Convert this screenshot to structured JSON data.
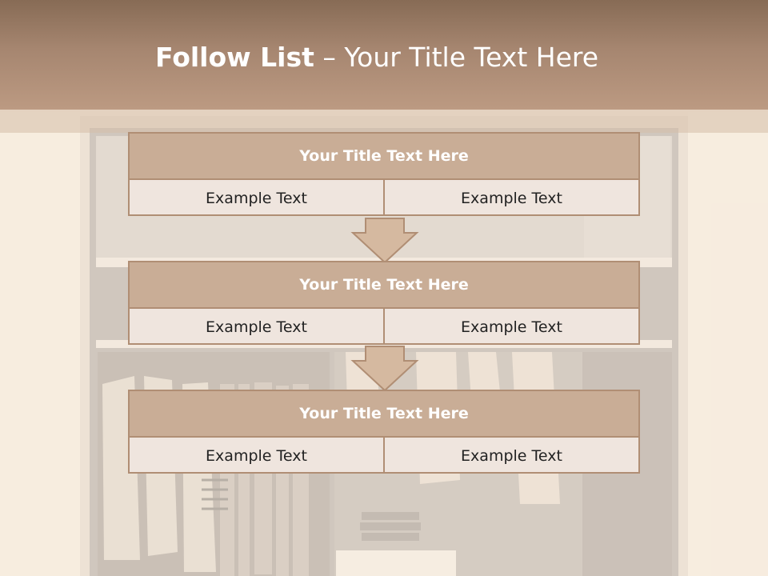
{
  "slide": {
    "title_bold": "Follow List",
    "title_rest": " – Your Title Text Here"
  },
  "blocks": [
    {
      "title": "Your Title Text Here",
      "left": "Example Text",
      "right": "Example Text"
    },
    {
      "title": "Your Title Text Here",
      "left": "Example Text",
      "right": "Example Text"
    },
    {
      "title": "Your Title Text Here",
      "left": "Example Text",
      "right": "Example Text"
    }
  ],
  "colors": {
    "banner": "#a68670",
    "block_header": "#c9ad96",
    "block_border": "#b08e74",
    "block_body": "#efe5de",
    "arrow_fill": "#d5b9a0"
  },
  "icons": {
    "connector": "down-arrow-icon"
  }
}
